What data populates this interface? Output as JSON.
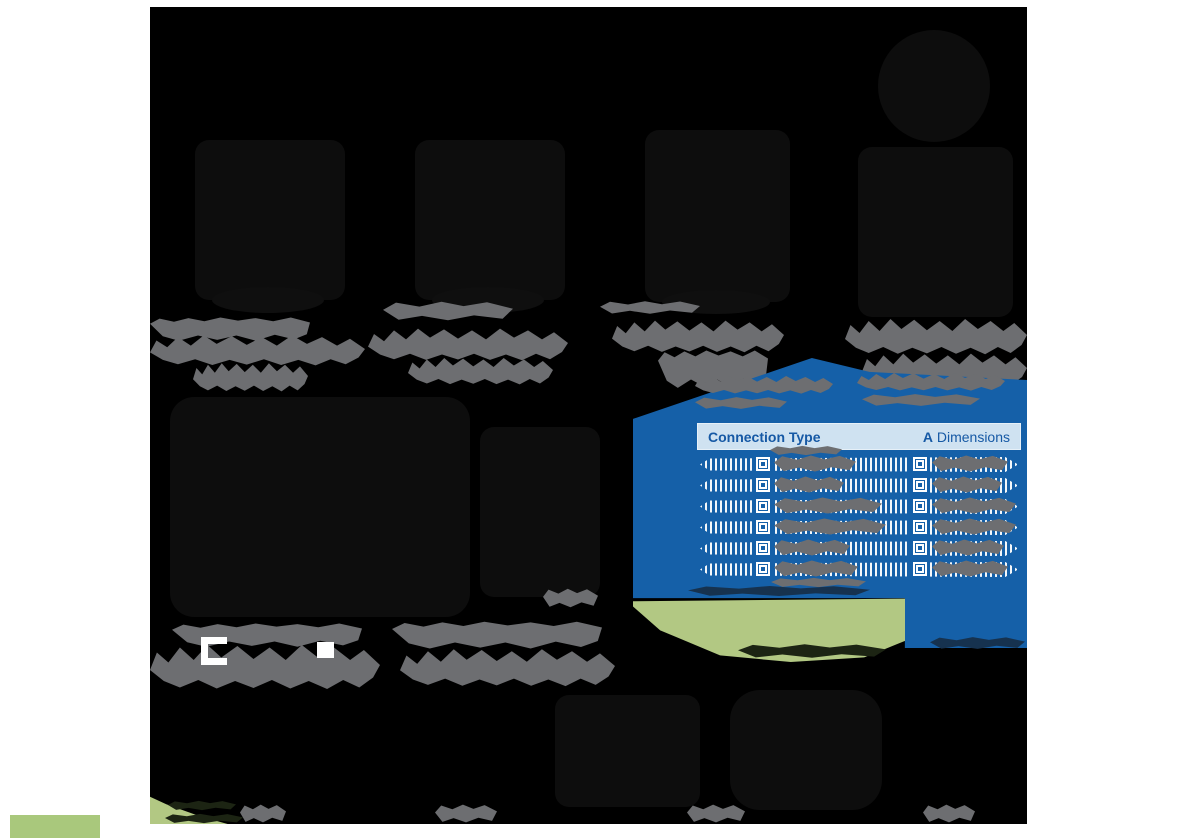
{
  "connection_table": {
    "header": {
      "connection_type": "Connection Type",
      "a_label": "A",
      "dimensions_label": "Dimensions"
    },
    "rows_visible": 6
  },
  "colors": {
    "page_background": "#ffffff",
    "canvas_background": "#000000",
    "banner_blue": "#1560a8",
    "table_header_bg": "#cfe2f1",
    "table_header_text": "#1659a5",
    "highlight_green": "#b2c883",
    "margin_green": "#a9c87c",
    "text_blob_gray": "#6d6e71",
    "stripe_white": "#ffffff"
  },
  "icons": {
    "row_bullet": "concentric-square-bullet",
    "row_end": "chevron-point",
    "caption_marker_open": "open-bracket-square",
    "caption_marker_filled": "filled-square"
  }
}
